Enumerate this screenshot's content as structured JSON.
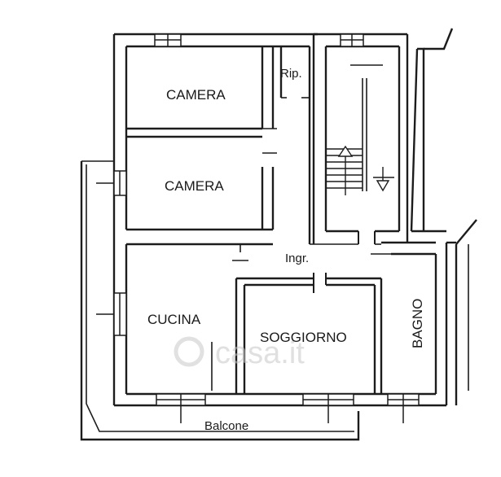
{
  "rooms": {
    "camera_top": "CAMERA",
    "camera_mid": "CAMERA",
    "ripostiglio": "Rip.",
    "ingresso": "Ingr.",
    "cucina": "CUCINA",
    "soggiorno": "SOGGIORNO",
    "bagno": "BAGNO",
    "balcone": "Balcone"
  },
  "watermark": "casa.it",
  "colors": {
    "line": "#1c1c1c",
    "background": "#ffffff",
    "watermark": "#c8c8c8"
  },
  "icons": {
    "stairs_up": "arrow-up-icon",
    "stairs_down": "arrow-down-icon"
  }
}
